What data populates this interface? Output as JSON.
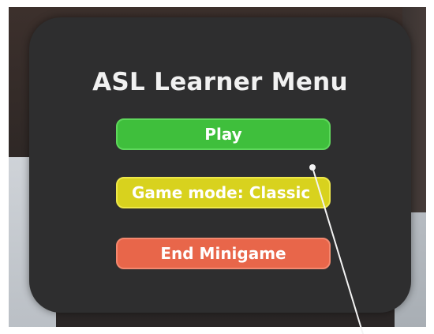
{
  "menu": {
    "title": "ASL Learner Menu",
    "buttons": {
      "play": "Play",
      "game_mode": "Game mode: Classic",
      "end_minigame": "End Minigame"
    }
  },
  "colors": {
    "panel": "#2e2e2f",
    "play": "#3fbf3c",
    "game_mode": "#d8d21e",
    "end_minigame": "#e8664a"
  },
  "icons": {
    "pointer": "laser-pointer-icon"
  }
}
